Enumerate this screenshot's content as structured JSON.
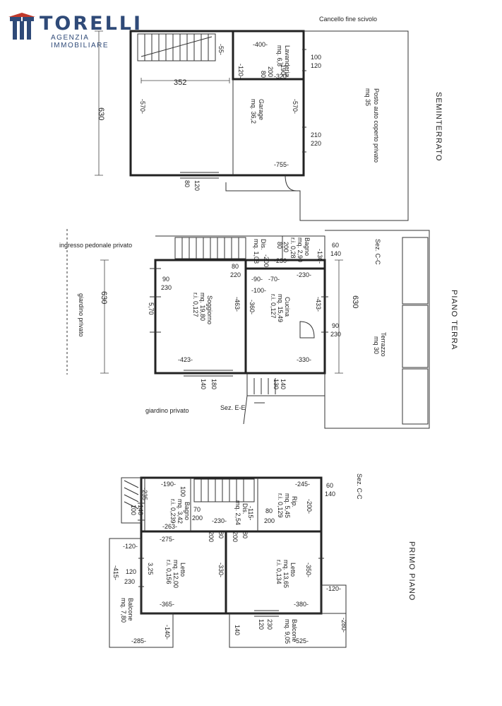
{
  "brand": {
    "name": "TORELLI",
    "subtitle": "AGENZIA IMMOBILIARE",
    "color": "#2f4a78",
    "accent": "#c0392b",
    "icon": "building-logo-icon"
  },
  "floors": {
    "seminterrato": {
      "label": "SEMINTERRATO",
      "cancello": "Cancello fine scivolo",
      "lavanderia": "Lavanderia",
      "lavanderia_area": "mq. 6,8",
      "garage": "Garage",
      "garage_area": "mq. 36,2",
      "posto_auto": "Posto auto coperto privato",
      "posto_auto_area": "mq 35",
      "dims": {
        "d630": "630",
        "d352": "352",
        "d400": "-400-",
        "d55": "-55-",
        "d120": "-120-",
        "d570a": "-570-",
        "d570b": "-570-",
        "d80_200": "80",
        "d200": "200",
        "d190": "-190-",
        "d320": "-320-",
        "d100": "100",
        "d120b": "120",
        "d210": "210",
        "d220": "220",
        "d755": "-755-",
        "d80b": "80",
        "d120c": "120"
      }
    },
    "piano_terra": {
      "label": "PIANO TERRA",
      "ingresso": "ingresso pedonale privato",
      "giardino": "giardino privato",
      "giardino2": "giardino privato",
      "soggiorno": "Soggiorno",
      "soggiorno_area": "mq. 19,80",
      "soggiorno_ri": "r.i. 0,127",
      "cucina": "Cucina",
      "cucina_area": "mq. 15,49",
      "cucina_ri": "r.i. 0,127",
      "bagno": "Bagno",
      "bagno_area": "mq. 2,90",
      "bagno_ri": "r.i. 0,28",
      "dis": "Dis.",
      "dis_area": "mq. 1,08",
      "terrazzo": "Terrazzo",
      "terrazzo_area": "mq 30",
      "sez_cc": "Sez. C-C",
      "sez_ee": "Sez. E-E",
      "dims": {
        "d630a": "630",
        "d630b": "630",
        "d570": "5,70",
        "d90": "90",
        "d230a": "230",
        "d80": "80",
        "d220": "220",
        "d200": "-200-",
        "d90b": "-90-",
        "d70": "-70-",
        "d100": "-100-",
        "d463": "-463-",
        "d360": "-360-",
        "d230b": "-230-",
        "d433": "-433-",
        "d80b": "80",
        "d200b": "200",
        "d230c": "-230-",
        "d130": "-130-",
        "d60": "60",
        "d140": "140",
        "d423": "-423-",
        "d330": "-330-",
        "d140b": "140",
        "d180": "180",
        "d130b": "130",
        "d140c": "140",
        "d90c": "90",
        "d230d": "230"
      }
    },
    "primo_piano": {
      "label": "PRIMO PIANO",
      "bagno": "Bagno",
      "bagno_area": "mq. 3,42",
      "bagno_ri": "r.i. 0,239",
      "rip": "Rip.",
      "rip_area": "mq. 5,45",
      "rip_ri": "r.i. 0,129",
      "dis": "Dis.",
      "dis_area": "mq. 2,54",
      "letto1": "Letto",
      "letto1_area": "mq. 12,00",
      "letto1_ri": "r.i. 0,156",
      "letto2": "Letto",
      "letto2_area": "mq. 13,65",
      "letto2_ri": "r.i. 0,134",
      "balcone1": "Balcone",
      "balcone1_area": "mq. 7,80",
      "balcone2": "Balcone",
      "balcone2_area": "mq. 9,05",
      "sez_cc": "Sez. C-C",
      "dims": {
        "d235": "-235-",
        "d190": "-190-",
        "d100": "100",
        "d245": "-245-",
        "d60": "60",
        "d140": "140",
        "d200": "-200-",
        "d100b": "100",
        "d140b": "140",
        "d263": "-263-",
        "d70": "70",
        "d200b": "200",
        "d230": "-230-",
        "d115": "-115-",
        "d80": "80",
        "d200c": "200",
        "d120": "-120-",
        "d275": "-275-",
        "d200d": "200",
        "d80b": "80",
        "d200e": "200",
        "d80c": "80",
        "d415": "-415-",
        "d120b": "120",
        "d230b": "230",
        "d325": "3,25",
        "d330": "-330-",
        "d350": "-350-",
        "d365": "-365-",
        "d380": "-380-",
        "d120c": "-120-",
        "d140c": "-140-",
        "d140d": "140",
        "d120d": "120",
        "d230c": "230",
        "d285": "-285-",
        "d525": "-525-",
        "d280": "-280-"
      }
    }
  }
}
